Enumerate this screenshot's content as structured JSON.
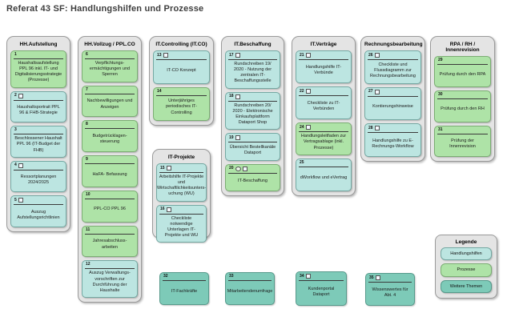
{
  "title": "Referat 43 SF: Handlungshilfen und Prozesse",
  "colors": {
    "handlungshilfen": "#bce5e1",
    "prozesse": "#aee3a7",
    "weitere_themen": "#7dcab8",
    "column_background": "#e4e4e4"
  },
  "columns": [
    {
      "key": "hh-aufstellung",
      "header": "HH.Aufstellung",
      "items": [
        {
          "num": "1",
          "text": "Haushaltsaufstellung PPL 96 inkl. IT- und Digitalisierungsstrategie (Prozesse)",
          "type": "prozesse",
          "checkbox": false,
          "comment": false
        },
        {
          "num": "2",
          "text": "Haushaltsportrait PPL 96 & FHB-Strategie",
          "type": "handlungshilfen",
          "checkbox": true,
          "comment": false
        },
        {
          "num": "3",
          "text": "Beschlossener Haushalt PPL 96 (IT-Budget der FHB)",
          "type": "handlungshilfen",
          "checkbox": false,
          "comment": false
        },
        {
          "num": "4",
          "text": "Ressortplanungen 2024/2025",
          "type": "handlungshilfen",
          "checkbox": true,
          "comment": false
        },
        {
          "num": "5",
          "text": "Auszug Aufstellungsrichtlinien",
          "type": "handlungshilfen",
          "checkbox": true,
          "comment": false
        }
      ]
    },
    {
      "key": "hh-vollzug",
      "header": "HH.Vollzug / PPL.CO",
      "items": [
        {
          "num": "6",
          "text": "Verpflichtungs­ermächtigungen und Sperren",
          "type": "prozesse",
          "checkbox": false,
          "comment": false
        },
        {
          "num": "7",
          "text": "Nachbewilligungen und Anzeigen",
          "type": "prozesse",
          "checkbox": false,
          "comment": false
        },
        {
          "num": "8",
          "text": "Budgetrücklagen­steuerung",
          "type": "prozesse",
          "checkbox": false,
          "comment": false
        },
        {
          "num": "9",
          "text": "HaFA- Befassung",
          "type": "prozesse",
          "checkbox": false,
          "comment": false
        },
        {
          "num": "10",
          "text": "PPL-CO PPL 96",
          "type": "prozesse",
          "checkbox": false,
          "comment": false
        },
        {
          "num": "11",
          "text": "Jahresabschluss­arbeiten",
          "type": "prozesse",
          "checkbox": false,
          "comment": false
        },
        {
          "num": "12",
          "text": "Auszug Verwaltungs­vorschriften zur Durchführung der Haushalte",
          "type": "handlungshilfen",
          "checkbox": false,
          "comment": false
        }
      ]
    },
    {
      "key": "it-controlling",
      "header": "IT.Controlling (IT.CO)",
      "items": [
        {
          "num": "13",
          "text": "IT-CO Konzept",
          "type": "handlungshilfen",
          "checkbox": true,
          "comment": false
        },
        {
          "num": "14",
          "text": "Unterjähriges periodisches IT-Controlling",
          "type": "prozesse",
          "checkbox": false,
          "comment": false
        }
      ]
    },
    {
      "key": "it-projekte",
      "header": "IT-Projekte",
      "items": [
        {
          "num": "15",
          "text": "Arbeitshilfe IT-Projekte und Wirtschaftlichkeitsunters­uchung (WU)",
          "type": "handlungshilfen",
          "checkbox": true,
          "comment": false
        },
        {
          "num": "16",
          "text": "Checkliste notwendige Unterlagen IT- Projekte und WU",
          "type": "handlungshilfen",
          "checkbox": true,
          "comment": false
        }
      ]
    },
    {
      "key": "it-beschaffung",
      "header": "IT.Beschaffung",
      "items": [
        {
          "num": "17",
          "text": "Rundschreiben 19/ 2020 - Nutzung der zentralen IT-Beschaffungsstelle",
          "type": "handlungshilfen",
          "checkbox": true,
          "comment": false
        },
        {
          "num": "18",
          "text": "Rundschreiben 20/ 2020 - Elektronische Einkaufsplattform Dataport Shop",
          "type": "handlungshilfen",
          "checkbox": true,
          "comment": false
        },
        {
          "num": "19",
          "text": "Übersicht Bestellkanäle Dataport",
          "type": "handlungshilfen",
          "checkbox": true,
          "comment": false
        },
        {
          "num": "20",
          "text": "IT-Beschaffung",
          "type": "prozesse",
          "checkbox": true,
          "comment": true
        }
      ]
    },
    {
      "key": "it-vertraege",
      "header": "IT.Verträge",
      "items": [
        {
          "num": "21",
          "text": "Handlungshilfe IT-Verbünde",
          "type": "handlungshilfen",
          "checkbox": true,
          "comment": false
        },
        {
          "num": "22",
          "text": "Checkliste zu IT-Verbünden",
          "type": "handlungshilfen",
          "checkbox": true,
          "comment": false
        },
        {
          "num": "24",
          "text": "Handlungsleitfaden zur Vertragsablage (inkl. Prozesse)",
          "type": "prozesse",
          "checkbox": true,
          "comment": false
        },
        {
          "num": "25",
          "text": "dWorkflow und eVertrag",
          "type": "handlungshilfen",
          "checkbox": false,
          "comment": false
        }
      ]
    },
    {
      "key": "rechnungsbearbeitung",
      "header": "Rechnungsbearbeitung",
      "items": [
        {
          "num": "26",
          "text": "Checkliste und Flussdiagramm zur Rechnungsbearbeitung",
          "type": "handlungshilfen",
          "checkbox": true,
          "comment": false
        },
        {
          "num": "27",
          "text": "Kontierungshinweise",
          "type": "handlungshilfen",
          "checkbox": true,
          "comment": false
        },
        {
          "num": "28",
          "text": "Handlungshilfe zu E-Rechnungs-Workflow",
          "type": "handlungshilfen",
          "checkbox": true,
          "comment": false
        }
      ]
    },
    {
      "key": "rpa-rh-innenrevision",
      "header": "RPA / RH / Innenrevision",
      "items": [
        {
          "num": "29",
          "text": "Prüfung durch den RPA",
          "type": "prozesse",
          "checkbox": false,
          "comment": false
        },
        {
          "num": "30",
          "text": "Prüfung durch den RH",
          "type": "prozesse",
          "checkbox": false,
          "comment": false
        },
        {
          "num": "31",
          "text": "Prüfung der Innenrevision",
          "type": "prozesse",
          "checkbox": false,
          "comment": false
        }
      ]
    }
  ],
  "floating_items": [
    {
      "num": "32",
      "text": "IT-Fachkräfte",
      "type": "weitere",
      "checkbox": false,
      "comment": false
    },
    {
      "num": "33",
      "text": "Mitarbeitendenumfrage",
      "type": "weitere",
      "checkbox": false,
      "comment": false
    },
    {
      "num": "34",
      "text": "Kundenportal Dataport",
      "type": "weitere",
      "checkbox": true,
      "comment": false
    },
    {
      "num": "35",
      "text": "Wissenswertes für Abt. 4",
      "type": "weitere",
      "checkbox": true,
      "comment": false
    }
  ],
  "legend": {
    "title": "Legende",
    "entries": [
      {
        "label": "Handlungshilfen",
        "type": "handlungshilfen"
      },
      {
        "label": "Prozesse",
        "type": "prozesse"
      },
      {
        "label": "Weitere Themen",
        "type": "weitere"
      }
    ]
  }
}
